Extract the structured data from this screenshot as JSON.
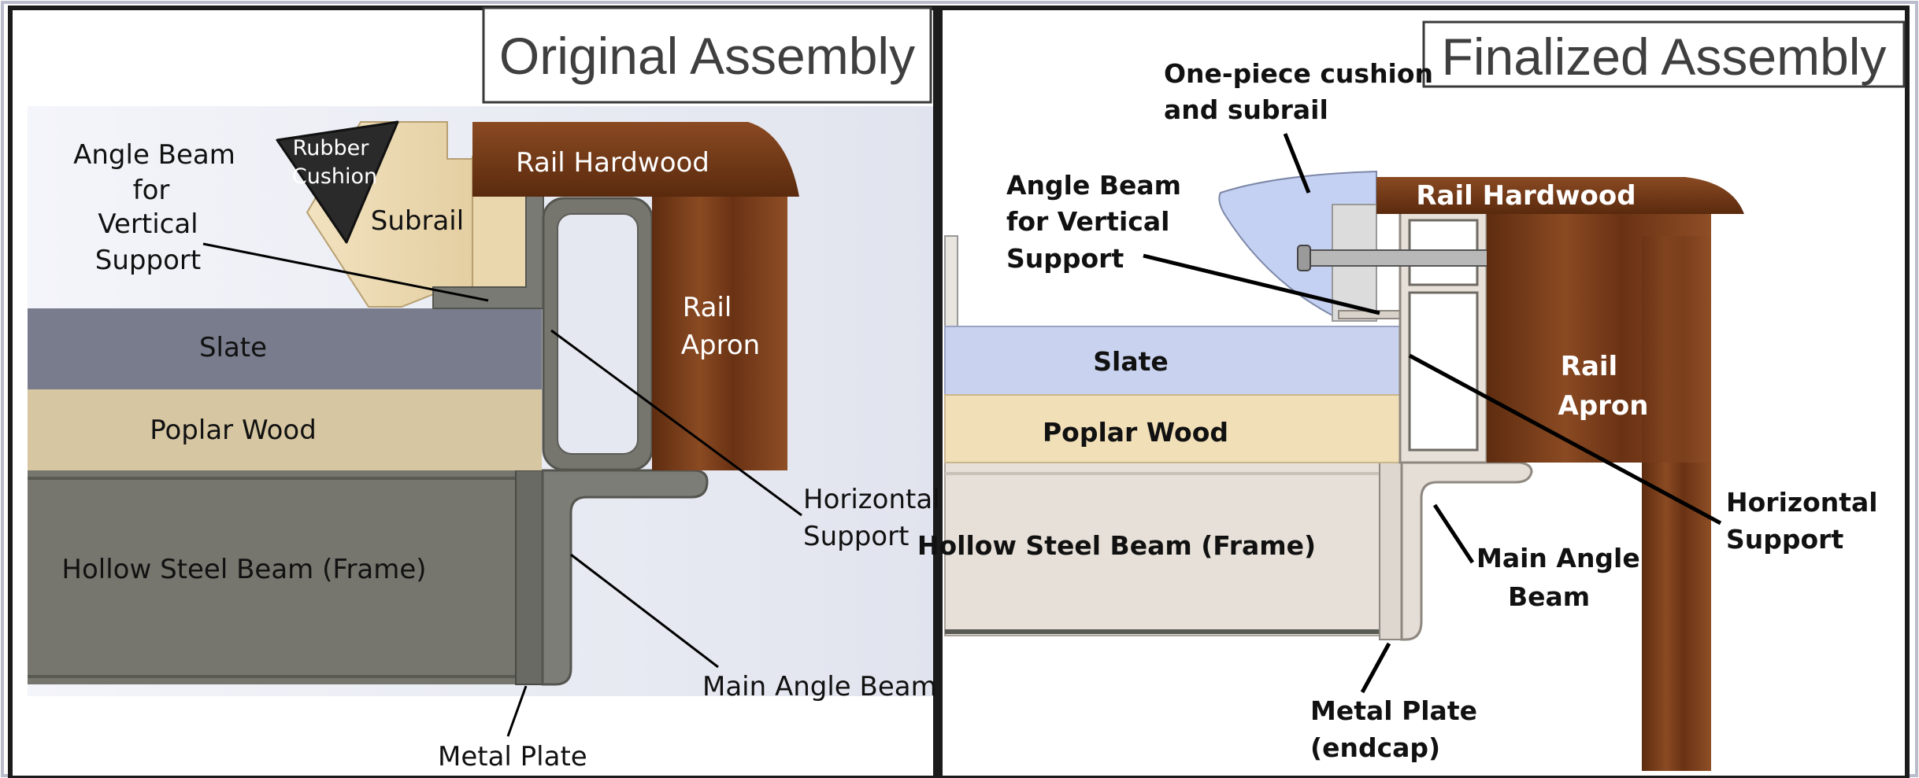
{
  "left_panel": {
    "title": "Original Assembly",
    "labels": {
      "rubber_cushion_1": "Rubber",
      "rubber_cushion_2": "Cushion",
      "subrail": "Subrail",
      "rail_hardwood": "Rail Hardwood",
      "angle_beam_1": "Angle Beam",
      "angle_beam_2": "for",
      "angle_beam_3": "Vertical",
      "angle_beam_4": "Support",
      "slate": "Slate",
      "poplar_wood": "Poplar Wood",
      "rail_apron_1": "Rail",
      "rail_apron_2": "Apron",
      "horizontal_support_1": "Horizontal",
      "horizontal_support_2": "Support",
      "hollow_steel_beam": "Hollow Steel Beam (Frame)",
      "main_angle_beam": "Main Angle Beam",
      "metal_plate": "Metal Plate"
    }
  },
  "right_panel": {
    "title": "Finalized Assembly",
    "labels": {
      "cushion_subrail_1": "One-piece cushion",
      "cushion_subrail_2": "and subrail",
      "rail_hardwood": "Rail Hardwood",
      "angle_beam_1": "Angle Beam",
      "angle_beam_2": "for Vertical",
      "angle_beam_3": "Support",
      "slate": "Slate",
      "poplar_wood": "Poplar Wood",
      "rail_apron_1": "Rail",
      "rail_apron_2": "Apron",
      "horizontal_support_1": "Horizontal",
      "horizontal_support_2": "Support",
      "hollow_steel_beam": "Hollow Steel Beam (Frame)",
      "main_angle_beam_1": "Main Angle",
      "main_angle_beam_2": "Beam",
      "metal_plate_1": "Metal Plate",
      "metal_plate_2": "(endcap)"
    }
  },
  "colors": {
    "slate_original": "#787c8c",
    "slate_final": "#c9d2ee",
    "poplar_original": "#d6c6a2",
    "poplar_final": "#f1dfb8",
    "steel_original": "#76766f",
    "steel_final": "#e6e0d8",
    "rail_wood": "#7a3f1c",
    "subrail_wood": "#eedcb5",
    "rubber": "#2a2a2a",
    "cushion_final": "#c5d1f2"
  }
}
